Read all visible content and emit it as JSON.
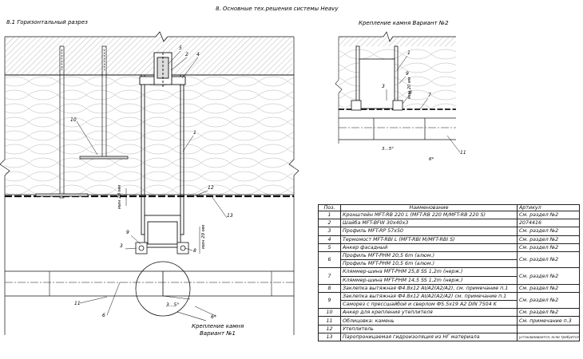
{
  "header": {
    "title": "8. Основные тех.решения системы Heavy",
    "section_title": "8.1 Горизонтальный разрез",
    "detail_title": "Крепление камня Вариант №2",
    "callout_line1": "Крепление камня",
    "callout_line2": "Вариант №1"
  },
  "callouts": {
    "main": [
      "10",
      "5",
      "2",
      "4",
      "1",
      "3",
      "9",
      "8",
      "12",
      "13",
      "11",
      "6"
    ],
    "detail": [
      "1",
      "9",
      "3",
      "8",
      "7",
      "11"
    ]
  },
  "dimensions": {
    "gap_main": "мин 20 мм",
    "gap_side": "мин 20 мм",
    "angle": "3...5°",
    "slope": "6*",
    "detail_gap": "мин 20 мм",
    "detail_angle": "3...5°",
    "detail_slope": "6*"
  },
  "spec_table": {
    "headers": [
      "Поз.",
      "Наименование",
      "Артикул"
    ],
    "rows": [
      {
        "pos": "1",
        "name": [
          "Кронштейн MFT-RB 220 L (MFT-RB 220 M/MFT-RB 220 S)"
        ],
        "art": "См. раздел №2"
      },
      {
        "pos": "2",
        "name": [
          "Шайба MFT-BFW 30x40x3"
        ],
        "art": "2074416"
      },
      {
        "pos": "3",
        "name": [
          "Профиль MFT-RP 57x50"
        ],
        "art": "См. раздел №2"
      },
      {
        "pos": "4",
        "name": [
          "Термомост MFT-RBI L (MFT-RBI M/MFT-RBI S)"
        ],
        "art": "См. раздел №2"
      },
      {
        "pos": "5",
        "name": [
          "Анкер фасадный"
        ],
        "art": "См. раздел №2"
      },
      {
        "pos": "6",
        "name": [
          "Профиль MFT-PHM 20,5 6m (алюм.)",
          "Профиль MFT-PHM 10,5 6m (алюм.)"
        ],
        "art": "См. раздел №2"
      },
      {
        "pos": "7",
        "name": [
          "Кляммер-шина MFT-PHM 25,8 SS 1,2m (нерж.)",
          "Кляммер-шина MFT-PHM 14,5 SS 1,2m (нерж.)"
        ],
        "art": "См. раздел №2"
      },
      {
        "pos": "8",
        "name": [
          "Заклепка вытяжная Ф4.8x12 AI/A2(A2/A2), см. примечание п.1"
        ],
        "art": "См. раздел №2"
      },
      {
        "pos": "9",
        "name": [
          "Заклепка вытяжная Ф4.8x12 AI/A2(A2/A2) см. примечание п.1",
          "Саморез с прессшайбой и сверлом Ф5.5x19 A2 DIN 7504 K"
        ],
        "art": "См. раздел №2"
      },
      {
        "pos": "10",
        "name": [
          "Анкер для крепления утеплителя"
        ],
        "art": "См. раздел №2"
      },
      {
        "pos": "11",
        "name": [
          "Облицовка: камень"
        ],
        "art": "См. примечание п.3"
      },
      {
        "pos": "12",
        "name": [
          "Утеплитель"
        ],
        "art": ""
      },
      {
        "pos": "13",
        "name": [
          "Паропроницаемая гидроизоляция из НГ материала"
        ],
        "art": "устанавливается, если требуется"
      }
    ]
  }
}
